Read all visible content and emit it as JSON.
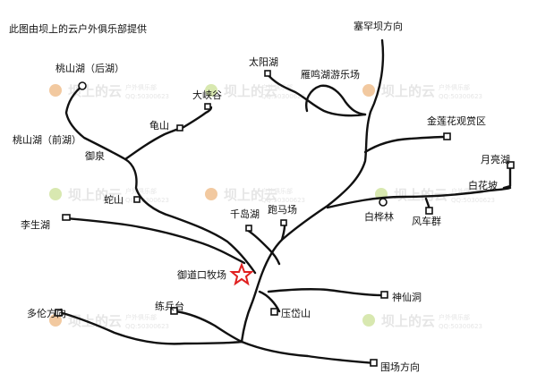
{
  "map": {
    "credit": "此图由坝上的云户外俱乐部提供",
    "watermark": {
      "text": "坝上的云",
      "sub": "户外俱乐部",
      "qq": "QQ:50300623",
      "color": "#e6e6e6",
      "logo_colors": [
        "#f2c9a0",
        "#d8e8b0"
      ]
    },
    "star_color": "#e02020",
    "labels": {
      "saihanba": "塞罕坝方向",
      "taiyanghu": "太阳湖",
      "yanminghu": "雁鸣湖游乐场",
      "taoshanhu_hou": "桃山湖（后湖）",
      "taoshanhu_qian": "桃山湖（前湖）",
      "daxiagu": "大峡谷",
      "guishan": "龟山",
      "yuquan": "御泉",
      "jinlianhua": "金莲花观赏区",
      "yueliang": "月亮湖",
      "baihuapo": "白花坡",
      "baihualin": "白桦林",
      "fengchequn": "风车群",
      "sheshan": "蛇山",
      "qiandaohu": "千岛湖",
      "paomachang": "跑马场",
      "lishenghu": "李生湖",
      "yudaokou": "御道口牧场",
      "shenxiandong": "神仙洞",
      "duolun": "多伦方向",
      "lianbingtai": "练兵台",
      "yadaishan": "压岱山",
      "weichang": "围场方向"
    }
  }
}
